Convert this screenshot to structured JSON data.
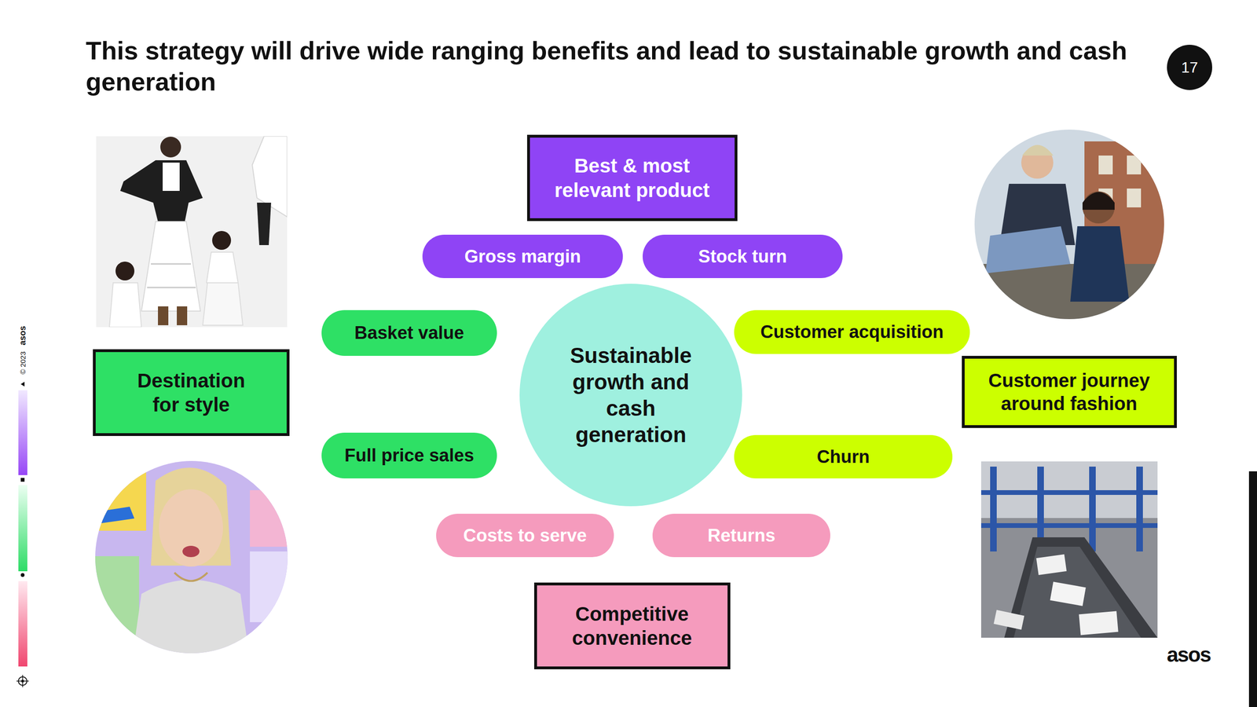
{
  "diagram": {
    "title": "This strategy will drive wide ranging benefits and lead to sustainable growth and cash generation",
    "nodes": [
      {
        "text": [
          "Best & most relevant product"
        ]
      },
      {
        "text": [
          "Gross margin"
        ]
      },
      {
        "text": [
          "Stock turn"
        ]
      },
      {
        "text": [
          "Destination for style"
        ]
      },
      {
        "text": [
          "Basket value"
        ]
      },
      {
        "text": [
          "Sustainable growth and cash generation"
        ]
      },
      {
        "text": [
          "Customer acquisition"
        ]
      },
      {
        "text": [
          "Customer journey around fashion"
        ]
      },
      {
        "text": [
          "Full price sales"
        ]
      },
      {
        "text": [
          "Churn"
        ]
      },
      {
        "text": [
          "Costs to serve"
        ]
      },
      {
        "text": [
          "Returns"
        ]
      },
      {
        "text": [
          "Competitive convenience"
        ]
      }
    ],
    "labels": [
      "17",
      "asos",
      "© 2023",
      "asos"
    ]
  }
}
